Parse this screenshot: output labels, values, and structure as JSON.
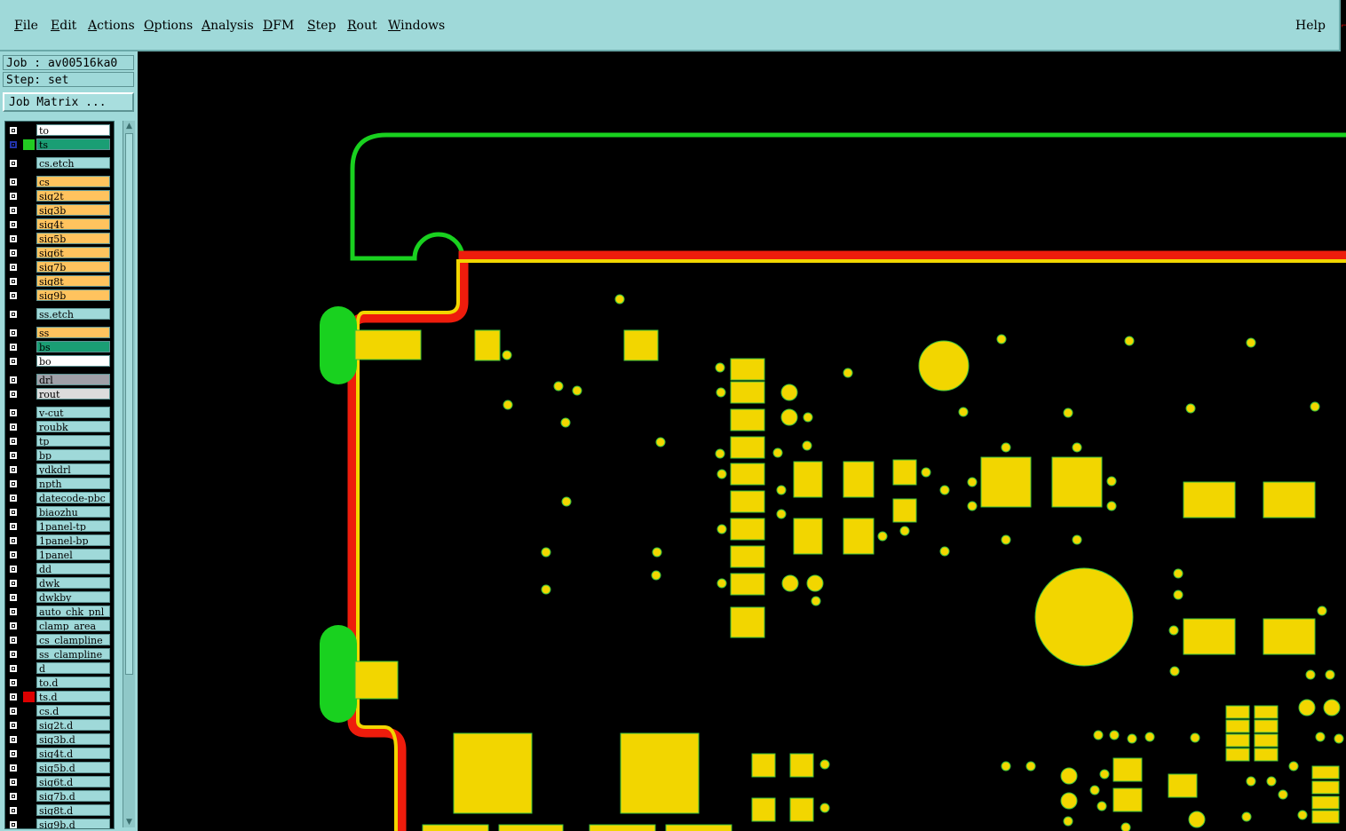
{
  "menu": {
    "items": [
      {
        "label": "File",
        "ul": "F",
        "rest": "ile"
      },
      {
        "label": "Edit",
        "ul": "E",
        "rest": "dit"
      },
      {
        "label": "Actions",
        "ul": "A",
        "rest": "ctions"
      },
      {
        "label": "Options",
        "ul": "O",
        "rest": "ptions"
      },
      {
        "label": "Analysis",
        "ul": "A",
        "rest": "nalysis"
      },
      {
        "label": "DFM",
        "ul": "D",
        "rest": "FM"
      },
      {
        "label": "Step",
        "ul": "S",
        "rest": "tep"
      },
      {
        "label": "Rout",
        "ul": "R",
        "rest": "out"
      },
      {
        "label": "Windows",
        "ul": "W",
        "rest": "indows"
      }
    ],
    "help": "Help"
  },
  "job": {
    "job_line": "Job : av00516ka0",
    "step_line": "Step: set",
    "matrix_button": "Job Matrix ..."
  },
  "layers": [
    {
      "name": "to",
      "color": "#ffffff",
      "swatch": ""
    },
    {
      "name": "ts",
      "color": "#1a9e74",
      "swatch": "#22cc22",
      "active": true
    },
    {
      "name": "cs.etch",
      "color": "#9fd9d9",
      "swatch": ""
    },
    {
      "name": "cs",
      "color": "#ffc35e",
      "swatch": ""
    },
    {
      "name": "sig2t",
      "color": "#ffc35e",
      "swatch": ""
    },
    {
      "name": "sig3b",
      "color": "#ffc35e",
      "swatch": ""
    },
    {
      "name": "sig4t",
      "color": "#ffc35e",
      "swatch": ""
    },
    {
      "name": "sig5b",
      "color": "#ffc35e",
      "swatch": ""
    },
    {
      "name": "sig6t",
      "color": "#ffc35e",
      "swatch": ""
    },
    {
      "name": "sig7b",
      "color": "#ffc35e",
      "swatch": ""
    },
    {
      "name": "sig8t",
      "color": "#ffc35e",
      "swatch": ""
    },
    {
      "name": "sig9b",
      "color": "#ffc35e",
      "swatch": ""
    },
    {
      "name": "ss.etch",
      "color": "#9fd9d9",
      "swatch": ""
    },
    {
      "name": "ss",
      "color": "#ffc35e",
      "swatch": ""
    },
    {
      "name": "bs",
      "color": "#1a9e74",
      "swatch": ""
    },
    {
      "name": "bo",
      "color": "#ffffff",
      "swatch": ""
    },
    {
      "name": "drl",
      "color": "#a0a0a8",
      "swatch": ""
    },
    {
      "name": "rout",
      "color": "#dcdcdc",
      "swatch": ""
    },
    {
      "name": "v-cut",
      "color": "#9fd9d9",
      "swatch": ""
    },
    {
      "name": "roubk",
      "color": "#9fd9d9",
      "swatch": ""
    },
    {
      "name": "tp",
      "color": "#9fd9d9",
      "swatch": ""
    },
    {
      "name": "bp",
      "color": "#9fd9d9",
      "swatch": ""
    },
    {
      "name": "ydkdrl",
      "color": "#9fd9d9",
      "swatch": ""
    },
    {
      "name": "npth",
      "color": "#9fd9d9",
      "swatch": ""
    },
    {
      "name": "datecode-pbc",
      "color": "#9fd9d9",
      "swatch": ""
    },
    {
      "name": "biaozhu",
      "color": "#9fd9d9",
      "swatch": ""
    },
    {
      "name": "1panel-tp",
      "color": "#9fd9d9",
      "swatch": ""
    },
    {
      "name": "1panel-bp",
      "color": "#9fd9d9",
      "swatch": ""
    },
    {
      "name": "1panel",
      "color": "#9fd9d9",
      "swatch": ""
    },
    {
      "name": "dd",
      "color": "#9fd9d9",
      "swatch": ""
    },
    {
      "name": "dwk",
      "color": "#9fd9d9",
      "swatch": ""
    },
    {
      "name": "dwkby",
      "color": "#9fd9d9",
      "swatch": ""
    },
    {
      "name": "auto_chk_pnl",
      "color": "#9fd9d9",
      "swatch": ""
    },
    {
      "name": "clamp_area",
      "color": "#9fd9d9",
      "swatch": ""
    },
    {
      "name": "cs_clampline",
      "color": "#9fd9d9",
      "swatch": ""
    },
    {
      "name": "ss_clampline",
      "color": "#9fd9d9",
      "swatch": ""
    },
    {
      "name": "d",
      "color": "#9fd9d9",
      "swatch": ""
    },
    {
      "name": "to.d",
      "color": "#9fd9d9",
      "swatch": ""
    },
    {
      "name": "ts.d",
      "color": "#9fd9d9",
      "swatch": "#dd0000"
    },
    {
      "name": "cs.d",
      "color": "#9fd9d9",
      "swatch": ""
    },
    {
      "name": "sig2t.d",
      "color": "#9fd9d9",
      "swatch": ""
    },
    {
      "name": "sig3b.d",
      "color": "#9fd9d9",
      "swatch": ""
    },
    {
      "name": "sig4t.d",
      "color": "#9fd9d9",
      "swatch": ""
    },
    {
      "name": "sig5b.d",
      "color": "#9fd9d9",
      "swatch": ""
    },
    {
      "name": "sig6t.d",
      "color": "#9fd9d9",
      "swatch": ""
    },
    {
      "name": "sig7b.d",
      "color": "#9fd9d9",
      "swatch": ""
    },
    {
      "name": "sig8t.d",
      "color": "#9fd9d9",
      "swatch": ""
    },
    {
      "name": "sig9b.d",
      "color": "#9fd9d9",
      "swatch": ""
    }
  ],
  "colors": {
    "panel_bg": "#9fd9d9",
    "canvas_bg": "#000000",
    "pad_yellow": "#f2d600",
    "outline_green": "#19d11f",
    "route_red": "#ee1c0c"
  }
}
